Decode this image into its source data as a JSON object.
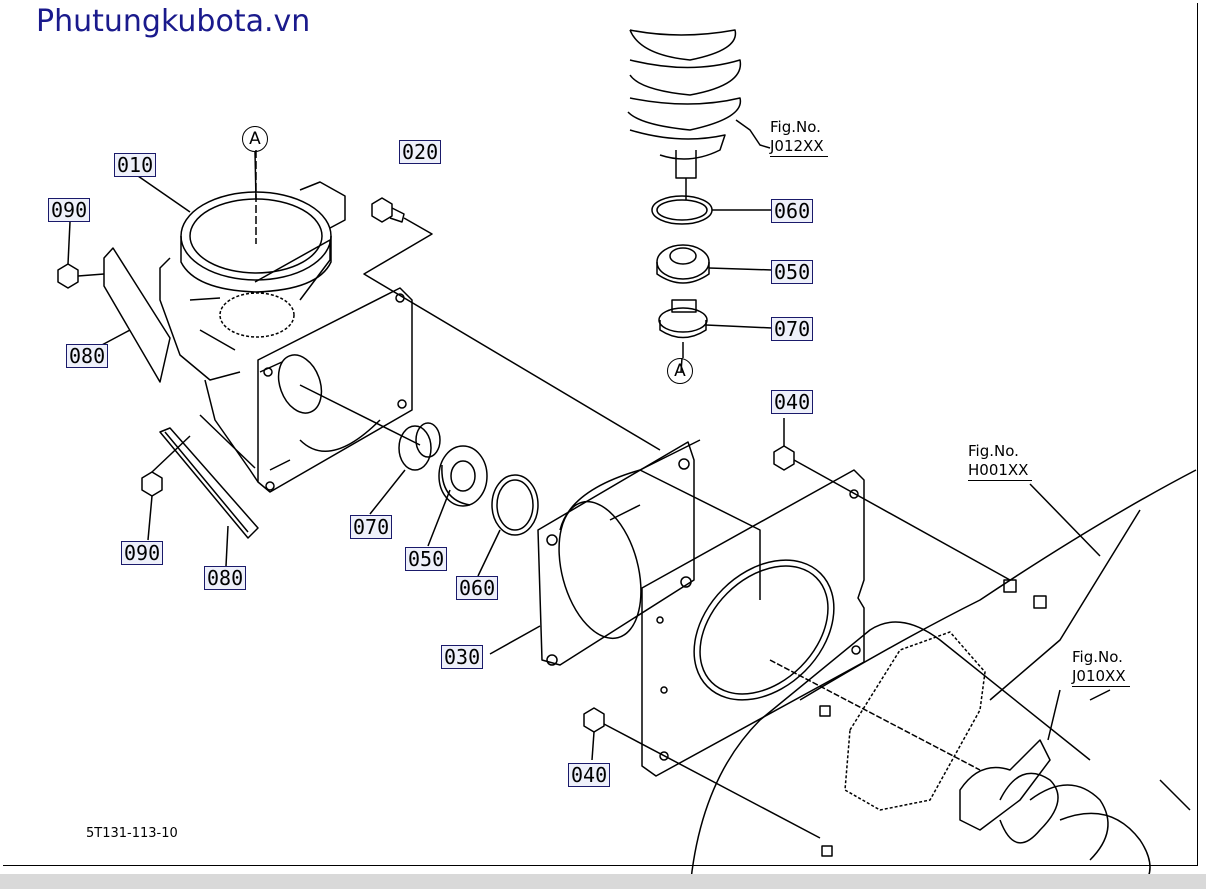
{
  "site": {
    "title": "Phutungkubota.vn"
  },
  "diagram_code": "5T131-113-10",
  "part_labels": [
    {
      "id": "010",
      "text": "010"
    },
    {
      "id": "020",
      "text": "020"
    },
    {
      "id": "090a",
      "text": "090"
    },
    {
      "id": "080a",
      "text": "080"
    },
    {
      "id": "090b",
      "text": "090"
    },
    {
      "id": "080b",
      "text": "080"
    },
    {
      "id": "070a",
      "text": "070"
    },
    {
      "id": "050a",
      "text": "050"
    },
    {
      "id": "060a",
      "text": "060"
    },
    {
      "id": "030",
      "text": "030"
    },
    {
      "id": "040a",
      "text": "040"
    },
    {
      "id": "040b",
      "text": "040"
    },
    {
      "id": "060b",
      "text": "060"
    },
    {
      "id": "050b",
      "text": "050"
    },
    {
      "id": "070b",
      "text": "070"
    }
  ],
  "fig_refs": [
    {
      "id": "j012",
      "title": "Fig.No.",
      "code": "J012XX"
    },
    {
      "id": "h001",
      "title": "Fig.No.",
      "code": "H001XX"
    },
    {
      "id": "j010",
      "title": "Fig.No.",
      "code": "J010XX"
    }
  ],
  "markers": {
    "a_top": "A",
    "a_bottom": "A"
  },
  "colors": {
    "brand": "#1a1a8c",
    "label_bg": "#eef0fa"
  }
}
